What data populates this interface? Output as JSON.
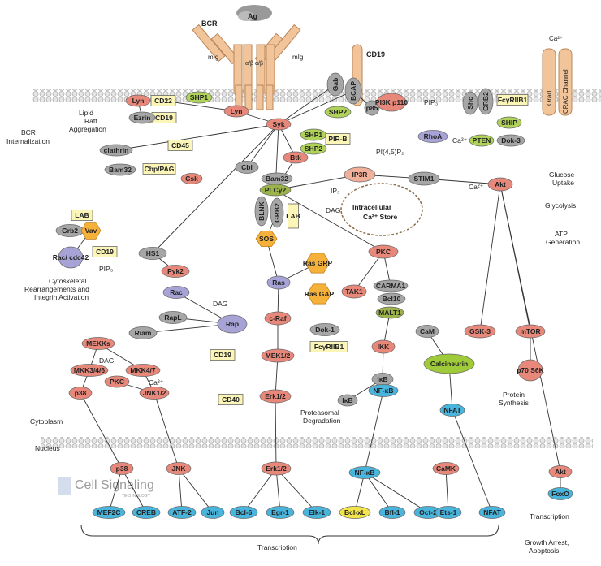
{
  "receptors": {
    "bcr": "BCR",
    "ag": "Ag",
    "mig_left": "mIg",
    "mig_right": "mIg",
    "alpha_beta": "α/β α/β",
    "cd19": "CD19",
    "orai1": "Orai1",
    "crac": "CRAC Channel",
    "ca_top": "Ca²⁺"
  },
  "nodes": [
    {
      "id": "lyn1",
      "label": "Lyn",
      "type": "red"
    },
    {
      "id": "cd22",
      "label": "CD22",
      "type": "box"
    },
    {
      "id": "shp1a",
      "label": "SHP1",
      "type": "green"
    },
    {
      "id": "lyn2",
      "label": "Lyn",
      "type": "red"
    },
    {
      "id": "cd19a",
      "label": "CD19",
      "type": "box"
    },
    {
      "id": "ezrin",
      "label": "Ezrin",
      "type": "gray"
    },
    {
      "id": "syk",
      "label": "Syk",
      "type": "red"
    },
    {
      "id": "gab",
      "label": "Gab",
      "type": "gray"
    },
    {
      "id": "bcap",
      "label": "BCAP",
      "type": "gray"
    },
    {
      "id": "shp2a",
      "label": "SHP2",
      "type": "green"
    },
    {
      "id": "p85",
      "label": "p85",
      "type": "gray"
    },
    {
      "id": "pi3k",
      "label": "PI3K p110",
      "type": "red"
    },
    {
      "id": "shc",
      "label": "Shc",
      "type": "gray"
    },
    {
      "id": "grb2a",
      "label": "GRB2",
      "type": "gray"
    },
    {
      "id": "fcr1",
      "label": "FcγRIIB1",
      "type": "box"
    },
    {
      "id": "ship",
      "label": "SHIP",
      "type": "green"
    },
    {
      "id": "pten",
      "label": "PTEN",
      "type": "green"
    },
    {
      "id": "dok3",
      "label": "Dok-3",
      "type": "gray"
    },
    {
      "id": "shp1b",
      "label": "SHP1",
      "type": "green"
    },
    {
      "id": "shp2b",
      "label": "SHP2",
      "type": "green"
    },
    {
      "id": "pirb",
      "label": "PIR-B",
      "type": "box"
    },
    {
      "id": "btk",
      "label": "Btk",
      "type": "red"
    },
    {
      "id": "rhoa",
      "label": "RhoA",
      "type": "purple"
    },
    {
      "id": "cd45",
      "label": "CD45",
      "type": "box"
    },
    {
      "id": "clathrin",
      "label": "clathrin",
      "type": "gray"
    },
    {
      "id": "bam32a",
      "label": "Bam32",
      "type": "gray"
    },
    {
      "id": "cbp",
      "label": "Cbp/PAG",
      "type": "box"
    },
    {
      "id": "csk",
      "label": "Csk",
      "type": "red"
    },
    {
      "id": "cbl",
      "label": "Cbl",
      "type": "gray"
    },
    {
      "id": "bam32b",
      "label": "Bam32",
      "type": "gray"
    },
    {
      "id": "plcg2",
      "label": "PLCγ2",
      "type": "olive"
    },
    {
      "id": "blnk",
      "label": "BLNK",
      "type": "gray"
    },
    {
      "id": "grb2b",
      "label": "GRB2",
      "type": "gray"
    },
    {
      "id": "lab1",
      "label": "LAB",
      "type": "box"
    },
    {
      "id": "ip3r",
      "label": "IP3R",
      "type": "salmon"
    },
    {
      "id": "stim1",
      "label": "STIM1",
      "type": "gray"
    },
    {
      "id": "akt1",
      "label": "Akt",
      "type": "red"
    },
    {
      "id": "lab2",
      "label": "LAB",
      "type": "box"
    },
    {
      "id": "grb2c",
      "label": "Grb2",
      "type": "gray"
    },
    {
      "id": "vav",
      "label": "Vav",
      "type": "orange"
    },
    {
      "id": "sos",
      "label": "SOS",
      "type": "orange"
    },
    {
      "id": "racc",
      "label": "Rac/ cdc42",
      "type": "purple"
    },
    {
      "id": "cd19b",
      "label": "CD19",
      "type": "box"
    },
    {
      "id": "hs1",
      "label": "HS1",
      "type": "gray"
    },
    {
      "id": "pyk2",
      "label": "Pyk2",
      "type": "red"
    },
    {
      "id": "rac",
      "label": "Rac",
      "type": "purple"
    },
    {
      "id": "rasgrp",
      "label": "Ras GRP",
      "type": "orange"
    },
    {
      "id": "ras",
      "label": "Ras",
      "type": "purple"
    },
    {
      "id": "rasgap",
      "label": "Ras GAP",
      "type": "orange"
    },
    {
      "id": "pkc1",
      "label": "PKC",
      "type": "red"
    },
    {
      "id": "tak1",
      "label": "TAK1",
      "type": "red"
    },
    {
      "id": "carma1",
      "label": "CARMA1",
      "type": "gray"
    },
    {
      "id": "bcl10",
      "label": "Bcl10",
      "type": "gray"
    },
    {
      "id": "malt1",
      "label": "MALT1",
      "type": "olive"
    },
    {
      "id": "rapl",
      "label": "RapL",
      "type": "gray"
    },
    {
      "id": "rap",
      "label": "Rap",
      "type": "purple"
    },
    {
      "id": "riam",
      "label": "Riam",
      "type": "gray"
    },
    {
      "id": "craf",
      "label": "c-Raf",
      "type": "red"
    },
    {
      "id": "dok1",
      "label": "Dok-1",
      "type": "gray"
    },
    {
      "id": "fcr2",
      "label": "FcγRIIB1",
      "type": "box"
    },
    {
      "id": "cam1",
      "label": "CaM",
      "type": "gray"
    },
    {
      "id": "gsk3",
      "label": "GSK-3",
      "type": "red"
    },
    {
      "id": "mtor",
      "label": "mTOR",
      "type": "red"
    },
    {
      "id": "mekks",
      "label": "MEKKs",
      "type": "red"
    },
    {
      "id": "cd19c",
      "label": "CD19",
      "type": "box"
    },
    {
      "id": "mek12",
      "label": "MEK1/2",
      "type": "red"
    },
    {
      "id": "ikk",
      "label": "IKK",
      "type": "red"
    },
    {
      "id": "calcineurin",
      "label": "Calcineurin",
      "type": "greenbig"
    },
    {
      "id": "p70",
      "label": "p70 S6K",
      "type": "red"
    },
    {
      "id": "mkk346",
      "label": "MKK3/4/6",
      "type": "red"
    },
    {
      "id": "mkk47",
      "label": "MKK4/7",
      "type": "red"
    },
    {
      "id": "pkc2",
      "label": "PKC",
      "type": "red"
    },
    {
      "id": "erk12a",
      "label": "Erk1/2",
      "type": "red"
    },
    {
      "id": "ikb1",
      "label": "IκB",
      "type": "gray"
    },
    {
      "id": "nfkb1",
      "label": "NF-κB",
      "type": "blue"
    },
    {
      "id": "nfat1",
      "label": "NFAT",
      "type": "blue"
    },
    {
      "id": "cd40",
      "label": "CD40",
      "type": "box"
    },
    {
      "id": "p38a",
      "label": "p38",
      "type": "red"
    },
    {
      "id": "jnk12",
      "label": "JNK1/2",
      "type": "red"
    },
    {
      "id": "ikb2",
      "label": "IκB",
      "type": "gray"
    },
    {
      "id": "p38b",
      "label": "p38",
      "type": "red"
    },
    {
      "id": "jnk",
      "label": "JNK",
      "type": "red"
    },
    {
      "id": "erk12b",
      "label": "Erk1/2",
      "type": "red"
    },
    {
      "id": "nfkb2",
      "label": "NF-κB",
      "type": "blue"
    },
    {
      "id": "camk",
      "label": "CaMK",
      "type": "red"
    },
    {
      "id": "akt2",
      "label": "Akt",
      "type": "red"
    },
    {
      "id": "foxo",
      "label": "FoxO",
      "type": "blue"
    },
    {
      "id": "mef2c",
      "label": "MEF2C",
      "type": "blue"
    },
    {
      "id": "creb",
      "label": "CREB",
      "type": "blue"
    },
    {
      "id": "atf2",
      "label": "ATF-2",
      "type": "blue"
    },
    {
      "id": "jun",
      "label": "Jun",
      "type": "blue"
    },
    {
      "id": "bcl6",
      "label": "Bcl-6",
      "type": "blue"
    },
    {
      "id": "egr1",
      "label": "Egr-1",
      "type": "blue"
    },
    {
      "id": "elk1",
      "label": "Elk-1",
      "type": "blue"
    },
    {
      "id": "bclxl",
      "label": "Bcl-xL",
      "type": "yellow"
    },
    {
      "id": "bfl1",
      "label": "Bfl-1",
      "type": "blue"
    },
    {
      "id": "oct2",
      "label": "Oct-2",
      "type": "blue"
    },
    {
      "id": "ets1",
      "label": "Ets-1",
      "type": "blue"
    },
    {
      "id": "nfat2",
      "label": "NFAT",
      "type": "blue"
    }
  ],
  "labels": [
    {
      "id": "lipid",
      "text": "Lipid"
    },
    {
      "id": "raft",
      "text": "Raft"
    },
    {
      "id": "aggregation",
      "text": "Aggregation"
    },
    {
      "id": "bcrint1",
      "text": "BCR"
    },
    {
      "id": "bcrint2",
      "text": "Internalization"
    },
    {
      "id": "pip3a",
      "text": "PIP₃"
    },
    {
      "id": "pip2",
      "text": "PI(4,5)P₂"
    },
    {
      "id": "ca1",
      "text": "Ca²⁺"
    },
    {
      "id": "ip3",
      "text": "IP₃"
    },
    {
      "id": "dag1",
      "text": "DAG"
    },
    {
      "id": "store1",
      "text": "Intracellular"
    },
    {
      "id": "store2",
      "text": "Ca²⁺ Store"
    },
    {
      "id": "ca2",
      "text": "Ca²⁺"
    },
    {
      "id": "glc1",
      "text": "Glucose"
    },
    {
      "id": "glc2",
      "text": "Uptake"
    },
    {
      "id": "glycolysis",
      "text": "Glycolysis"
    },
    {
      "id": "atp1",
      "text": "ATP"
    },
    {
      "id": "atp2",
      "text": "Generation"
    },
    {
      "id": "pip3b",
      "text": "PIP₃"
    },
    {
      "id": "cyto1",
      "text": "Cytoskeletal"
    },
    {
      "id": "cyto2",
      "text": "Rearrangements and"
    },
    {
      "id": "cyto3",
      "text": "Integrin Activation"
    },
    {
      "id": "dag2",
      "text": "DAG"
    },
    {
      "id": "dag3",
      "text": "DAG"
    },
    {
      "id": "ca3",
      "text": "Ca²⁺"
    },
    {
      "id": "prot1",
      "text": "Proteasomal"
    },
    {
      "id": "prot2",
      "text": "Degradation"
    },
    {
      "id": "psyn1",
      "text": "Protein"
    },
    {
      "id": "psyn2",
      "text": "Synthesis"
    },
    {
      "id": "cytoplasm",
      "text": "Cytoplasm"
    },
    {
      "id": "nucleus",
      "text": "Nucleus"
    },
    {
      "id": "trans1",
      "text": "Transcription"
    },
    {
      "id": "growth1",
      "text": "Growth Arrest,"
    },
    {
      "id": "growth2",
      "text": "Apoptosis"
    },
    {
      "id": "transcription",
      "text": "Transcription"
    },
    {
      "id": "logo1",
      "text": "Cell Signaling"
    },
    {
      "id": "logo2",
      "text": "TECHNOLOGY"
    }
  ],
  "colors": {
    "red": "#e8887a",
    "gray": "#a6a6a6",
    "green": "#b0d25a",
    "purple": "#a7a3d6",
    "orange": "#f5b13a",
    "blue": "#4ab5dc",
    "yellow": "#f2e44a",
    "box": "#fbf6b8",
    "olive": "#9bb34a",
    "salmon": "#f0b09a",
    "membrane": "#c9c9c9",
    "receptor": "#f2c49a"
  }
}
